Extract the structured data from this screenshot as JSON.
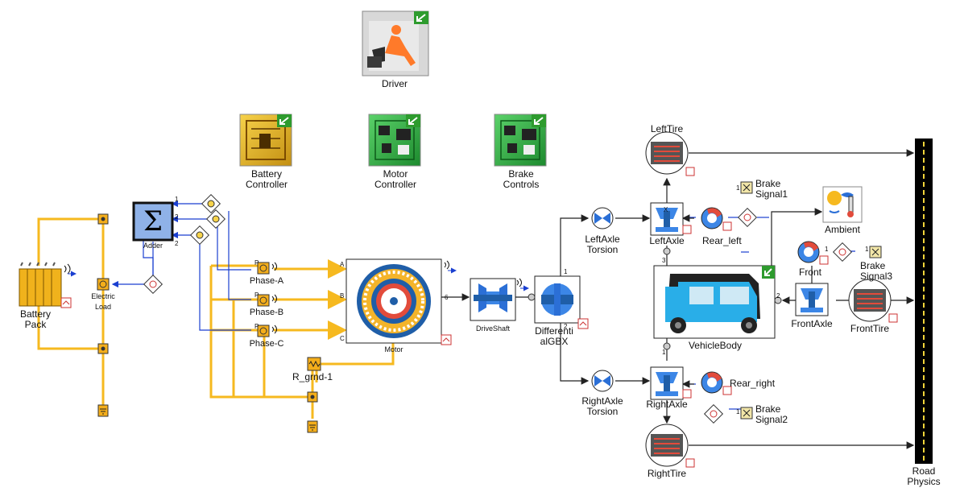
{
  "diagram": {
    "labels": {
      "driver": "Driver",
      "battery_controller": "Battery\nController",
      "motor_controller": "Motor\nController",
      "brake_controls": "Brake\nControls",
      "battery_pack": "Battery\nPack",
      "electric_load": "Electric\nLoad",
      "adder": "Adder",
      "phase_a": "Phase-A",
      "phase_b": "Phase-B",
      "phase_c": "Phase-C",
      "motor": "Motor",
      "r_grnd": "R_grnd-1",
      "driveshaft": "DriveShaft",
      "differential": "Differenti\nalGBX",
      "left_axle_torsion": "LeftAxle\nTorsion",
      "right_axle_torsion": "RightAxle\nTorsion",
      "left_axle": "LeftAxle",
      "right_axle": "RightAxle",
      "left_tire": "LeftTire",
      "right_tire": "RightTire",
      "rear_left": "Rear_left",
      "rear_right": "Rear_right",
      "brake_signal1": "Brake\nSignal1",
      "brake_signal2": "Brake\nSignal2",
      "brake_signal3": "Brake\nSignal3",
      "ambient": "Ambient",
      "front": "Front",
      "front_axle": "FrontAxle",
      "front_tire": "FrontTire",
      "vehicle_body": "VehicleBody",
      "road_physics": "Road\nPhysics"
    },
    "ports": {
      "adder_1": "1",
      "adder_2": "2",
      "adder_2b": "2",
      "motor_a": "A",
      "motor_b": "B",
      "motor_c": "C",
      "motor_6": "6",
      "phase_p1": "P",
      "phase_p2": "P",
      "phase_p3": "P",
      "diff_1": "1",
      "diff_2": "2",
      "sig1": "1",
      "sig2": "1",
      "sig3": "1",
      "front_port": "1",
      "body_2": "2",
      "body_3": "3",
      "body_1": "1",
      "axle_x": "X"
    },
    "colors": {
      "electric_wire": "#f6b91f",
      "mech_wire": "#222222",
      "signal_wire": "#1a3fd0",
      "road": "#000000",
      "road_stripe": "#f2d43a"
    }
  }
}
